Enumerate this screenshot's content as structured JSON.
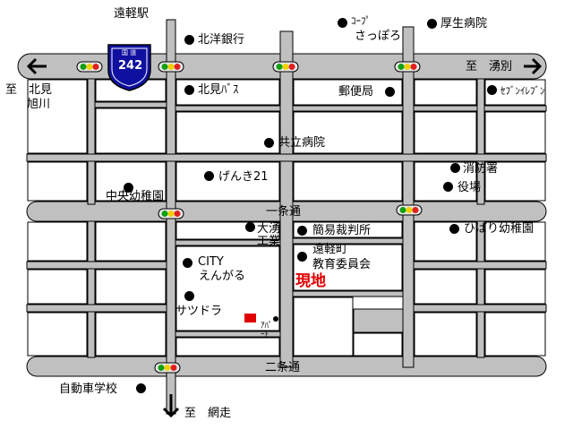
{
  "route_sign": {
    "header": "国 道",
    "number": "242"
  },
  "roads": {
    "top_left_dir": "至　北見",
    "top_left_dir2": "旭川",
    "top_right_dir": "至　湧別",
    "ichijo": "一条通",
    "nijo": "二条通",
    "south_dir": "至　網走"
  },
  "places": {
    "station": "遠軽駅",
    "hokuyo_bank": "北洋銀行",
    "coop_1": "ｺｰﾌﾟ",
    "coop_2": "さっぽろ",
    "kosei_hospital": "厚生病院",
    "kitami_bus": "北見ﾊﾞｽ",
    "post_office": "郵便局",
    "seven_eleven": "ｾﾌﾞﾝｲﾚﾌﾞﾝ",
    "kyoritsu_hospital": "共立病院",
    "genki21": "げんき21",
    "fire_station": "消防署",
    "town_office": "役場",
    "chuo_kindergarten": "中央幼稚園",
    "hibari_kindergarten": "ひばり幼稚園",
    "oyu_kogyo_1": "大湧",
    "oyu_kogyo_2": "工業",
    "court": "簡易裁判所",
    "board_1": "遠軽町",
    "board_2": "教育委員会",
    "city_1": "CITY",
    "city_2": "えんがる",
    "sadora": "サツドラ",
    "apartment_1": "ｱﾊﾟ",
    "apartment_2": "ｰﾄ",
    "site": "現地",
    "driving_school": "自動車学校"
  },
  "colors": {
    "road": "#c0c0c0",
    "block": "#ffffff",
    "route_sign": "#1010a0",
    "site": "#e00000"
  }
}
